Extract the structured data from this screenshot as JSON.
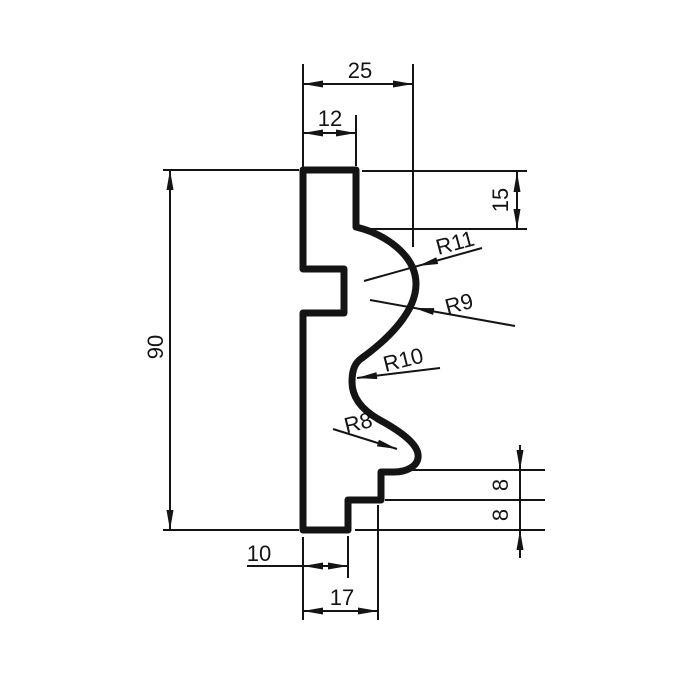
{
  "drawing": {
    "type": "technical-profile-drawing",
    "background": "#ffffff",
    "line_color": "#141414",
    "labels": {
      "overall_width": "25",
      "top_tab_width": "12",
      "upper_right_height": "15",
      "overall_height": "90",
      "radius_r11": "R11",
      "radius_r9": "R9",
      "radius_r10": "R10",
      "radius_r8": "R8",
      "step_upper": "8",
      "step_lower": "8",
      "bottom_notch_depth": "10",
      "bottom_width": "17"
    }
  }
}
